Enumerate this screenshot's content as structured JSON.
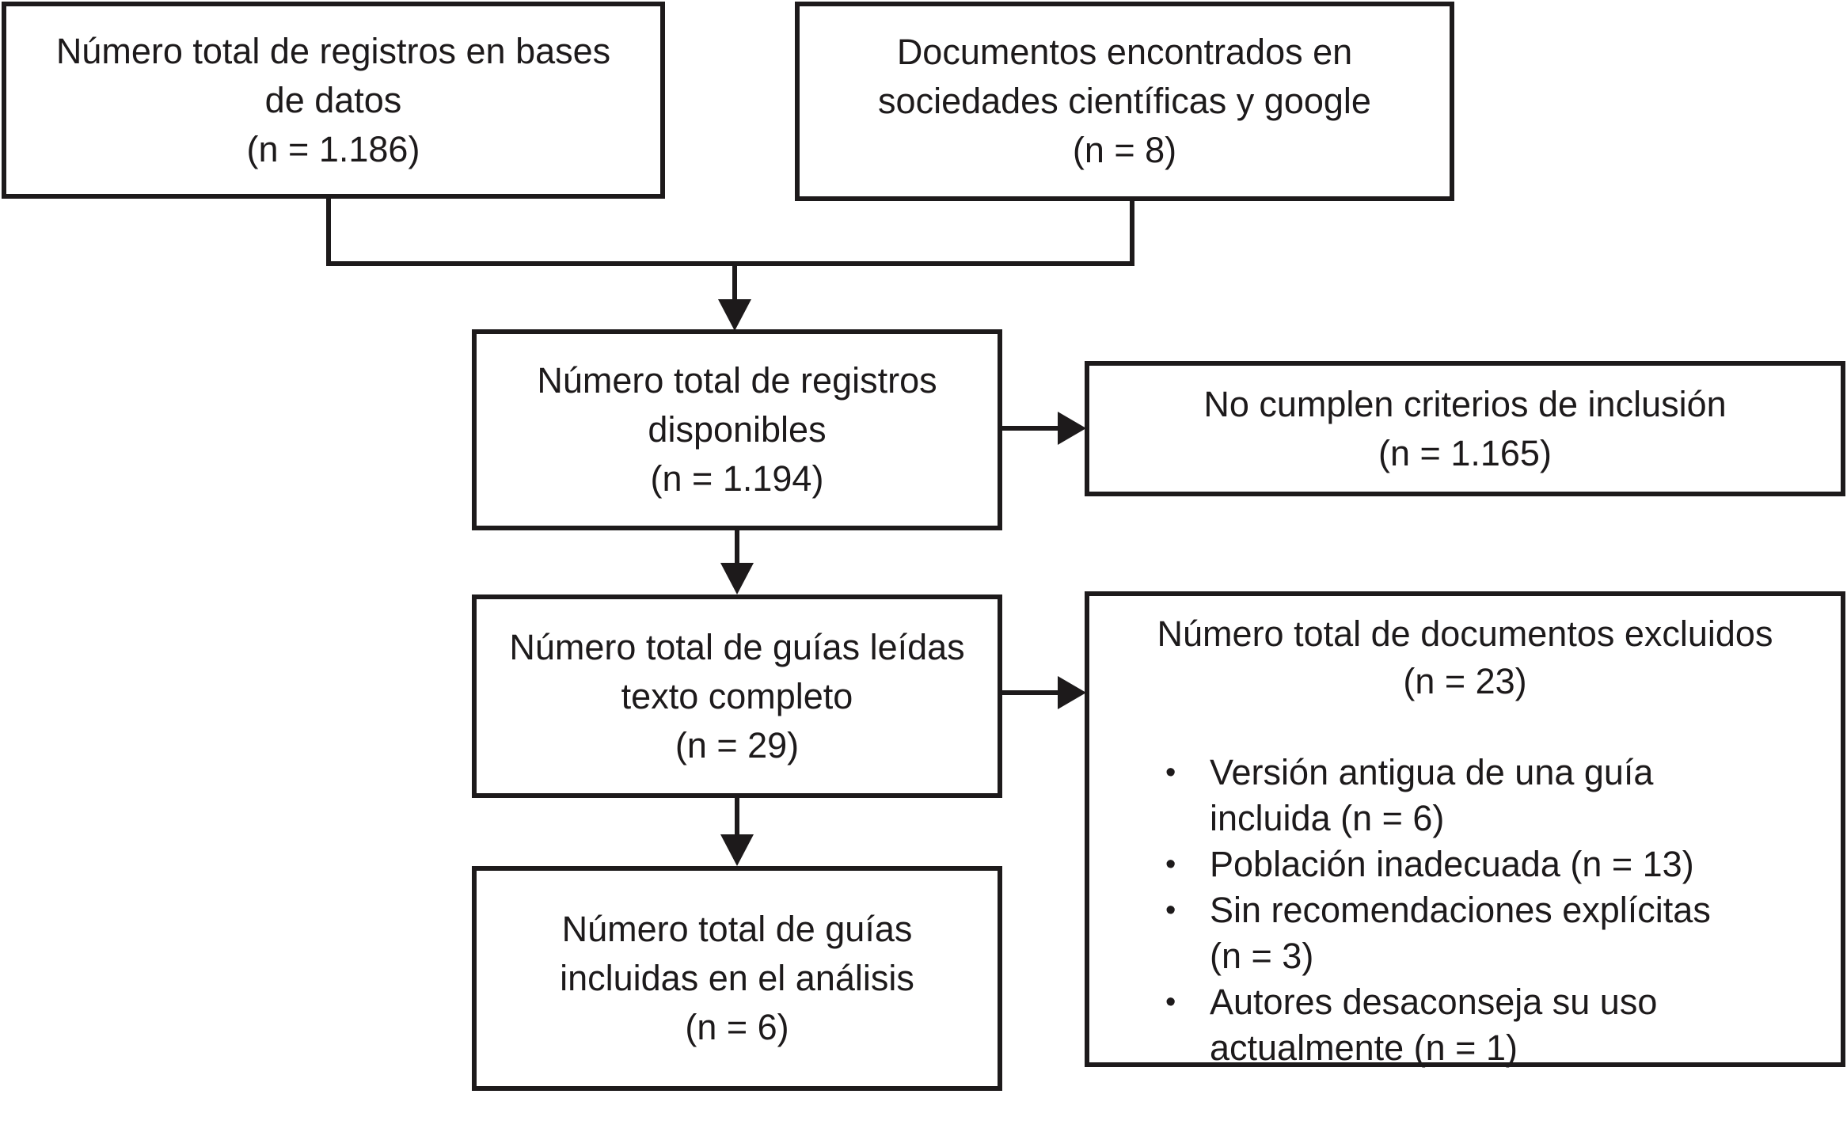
{
  "colors": {
    "ink": "#1d1a1b",
    "paper": "#ffffff"
  },
  "figure": {
    "type": "flow-diagram",
    "language": "es",
    "boxes": {
      "db_total": "Número total de registros en bases\nde datos\n(n = 1.186)",
      "societies": "Documentos encontrados en\nsociedades científicas y google\n(n = 8)",
      "available": "Número total de registros\ndisponibles\n(n = 1.194)",
      "not_included": "No cumplen criterios de inclusión\n(n = 1.165)",
      "fulltext": "Número total de guías leídas\ntexto completo\n(n = 29)",
      "excluded_title": "Número total de documentos excluidos\n(n = 23)",
      "bullet": "•",
      "excluded_reasons": [
        "Versión antigua de una guía\nincluida (n = 6)",
        "Población inadecuada (n = 13)",
        "Sin recomendaciones explícitas\n(n = 3)",
        "Autores desaconseja su uso\nactualmente (n = 1)"
      ],
      "included": "Número total de guías\nincluidas en el análisis\n(n = 6)"
    }
  }
}
